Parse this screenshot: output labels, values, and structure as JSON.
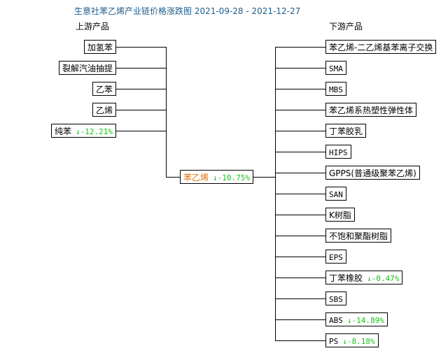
{
  "title": "生意社苯乙烯产业链价格涨跌图 2021-09-28 - 2021-12-27",
  "upstream_header": "上游产品",
  "downstream_header": "下游产品",
  "center": {
    "label": "苯乙烯",
    "change": "↓-10.75%"
  },
  "upstream": [
    {
      "label": "加氢苯",
      "change": ""
    },
    {
      "label": "裂解汽油抽提",
      "change": ""
    },
    {
      "label": "乙苯",
      "change": ""
    },
    {
      "label": "乙烯",
      "change": ""
    },
    {
      "label": "纯苯",
      "change": "↓-12.21%"
    }
  ],
  "downstream": [
    {
      "label": "苯乙烯-二乙烯基苯离子交换",
      "change": ""
    },
    {
      "label": "SMA",
      "change": ""
    },
    {
      "label": "MBS",
      "change": ""
    },
    {
      "label": "苯乙烯系热塑性弹性体",
      "change": ""
    },
    {
      "label": "丁苯胶乳",
      "change": ""
    },
    {
      "label": "HIPS",
      "change": ""
    },
    {
      "label": "GPPS(普通级聚苯乙烯)",
      "change": ""
    },
    {
      "label": "SAN",
      "change": ""
    },
    {
      "label": "K树脂",
      "change": ""
    },
    {
      "label": "不饱和聚酯树脂",
      "change": ""
    },
    {
      "label": "EPS",
      "change": ""
    },
    {
      "label": "丁苯橡胶",
      "change": "↓-0.47%"
    },
    {
      "label": "SBS",
      "change": ""
    },
    {
      "label": "ABS",
      "change": "↓-14.89%"
    },
    {
      "label": "PS",
      "change": "↓-8.18%"
    }
  ],
  "colors": {
    "title": "#1f5c8b",
    "center_label": "#e07000",
    "down_change": "#19c219",
    "line": "#000000"
  }
}
